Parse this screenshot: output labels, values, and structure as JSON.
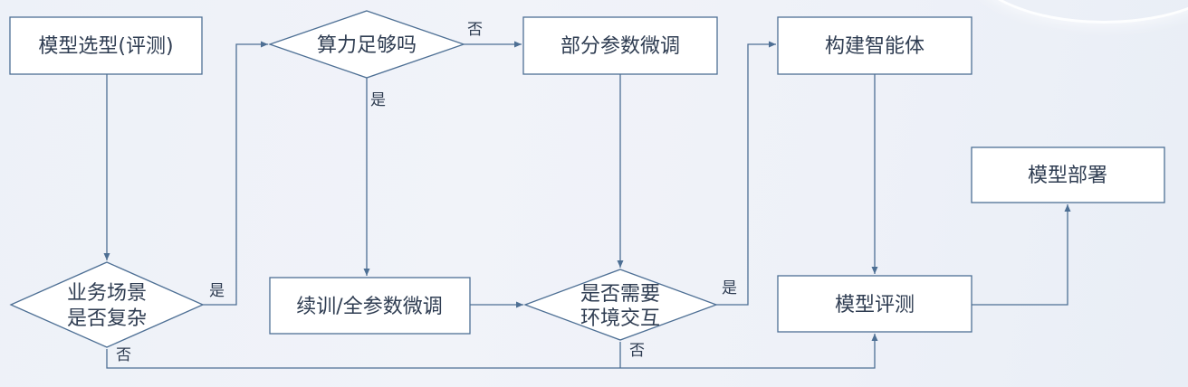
{
  "nodes": {
    "model_selection": "模型选型(评测)",
    "compute_enough": "算力足够吗",
    "partial_finetune": "部分参数微调",
    "build_agent": "构建智能体",
    "model_deploy": "模型部署",
    "scenario_complex_line1": "业务场景",
    "scenario_complex_line2": "是否复杂",
    "full_finetune": "续训/全参数微调",
    "need_env_line1": "是否需要",
    "need_env_line2": "环境交互",
    "model_eval": "模型评测"
  },
  "edge_labels": {
    "compute_no": "否",
    "compute_yes": "是",
    "scenario_yes": "是",
    "scenario_no": "否",
    "env_yes": "是",
    "env_no": "否"
  },
  "colors": {
    "line": "#4d6f94",
    "text": "#2f3d52",
    "box_fill": "#ffffff"
  }
}
